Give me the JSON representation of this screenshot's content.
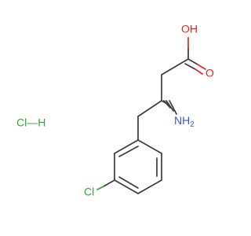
{
  "atoms": {
    "oh_label": "OH",
    "o_label": "O",
    "nh_label": "NH",
    "nh_subscript": "2",
    "cl_ring_label": "Cl",
    "hcl_label": "Cl—H"
  },
  "colors": {
    "bond": "#3c3c3c",
    "oxygen": "#e8231b",
    "nitrogen": "#3a57d8",
    "chlorine": "#33a833"
  }
}
